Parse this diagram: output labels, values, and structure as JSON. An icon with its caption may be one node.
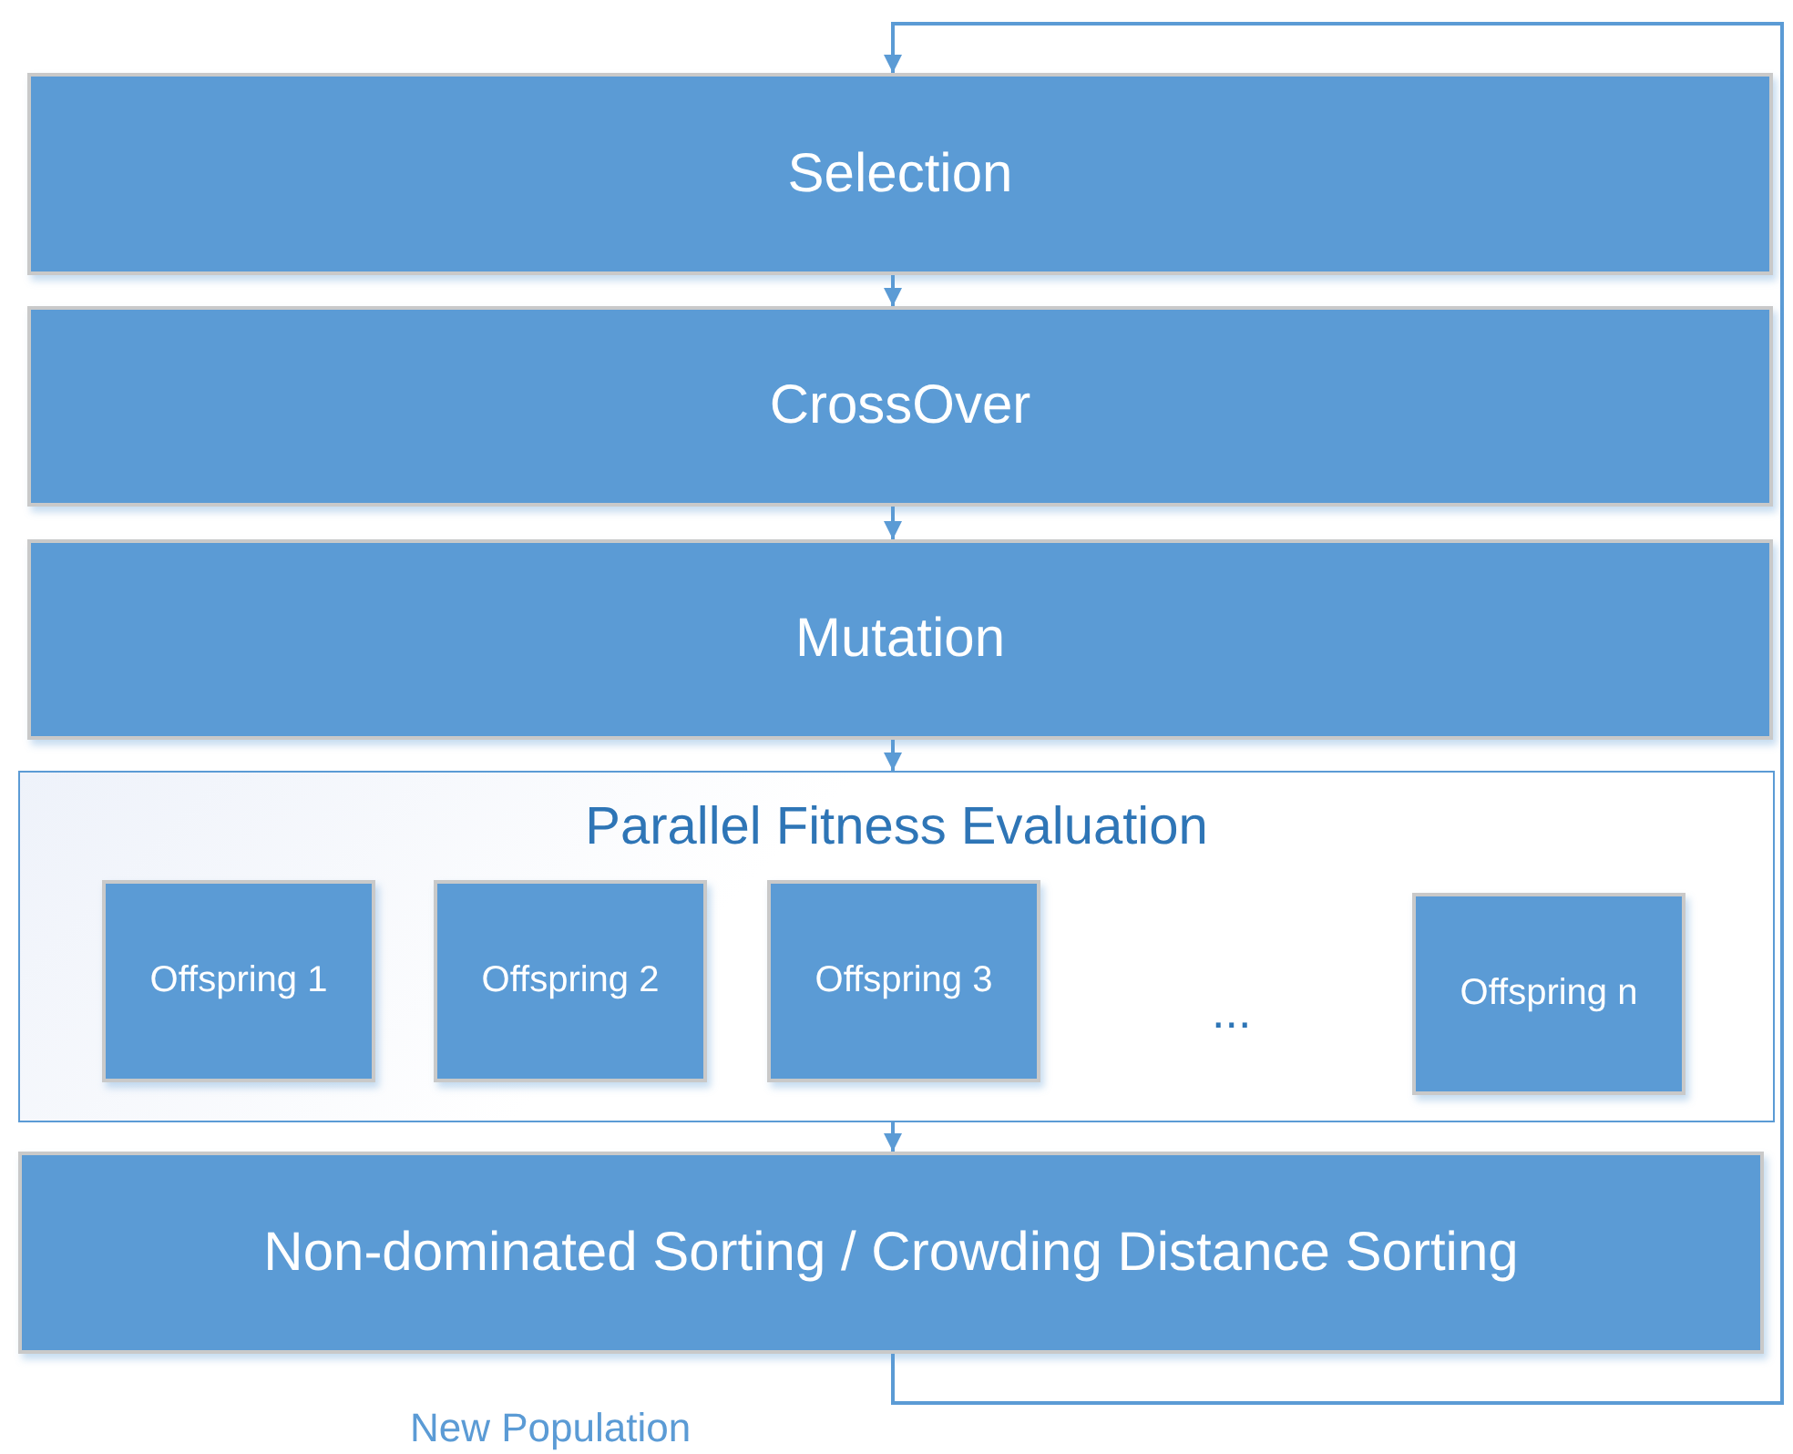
{
  "diagram": {
    "nodes": [
      {
        "text": [
          "Selection"
        ]
      },
      {
        "text": [
          "CrossOver"
        ]
      },
      {
        "text": [
          "Mutation"
        ]
      },
      {
        "text": [
          "Parallel Fitness Evaluation"
        ]
      },
      {
        "text": [
          "Offspring 1"
        ],
        "in": 3
      },
      {
        "text": [
          "Offspring 2"
        ],
        "in": 3
      },
      {
        "text": [
          "Offspring 3"
        ],
        "in": 3
      },
      {
        "text": [
          "Offspring n"
        ],
        "in": 3
      },
      {
        "text": [
          "Non-dominated Sorting / Crowding Distance Sorting"
        ]
      }
    ],
    "edges": [
      {
        "from": 0,
        "to": 1,
        "arrow": "to"
      },
      {
        "from": 1,
        "to": 2,
        "arrow": "to"
      },
      {
        "from": 2,
        "to": 3,
        "arrow": "to"
      },
      {
        "from": 3,
        "to": 8,
        "arrow": "to"
      },
      {
        "from": 8,
        "to": 0,
        "arrow": "to"
      }
    ],
    "labels": [
      "...",
      "New Population"
    ]
  }
}
